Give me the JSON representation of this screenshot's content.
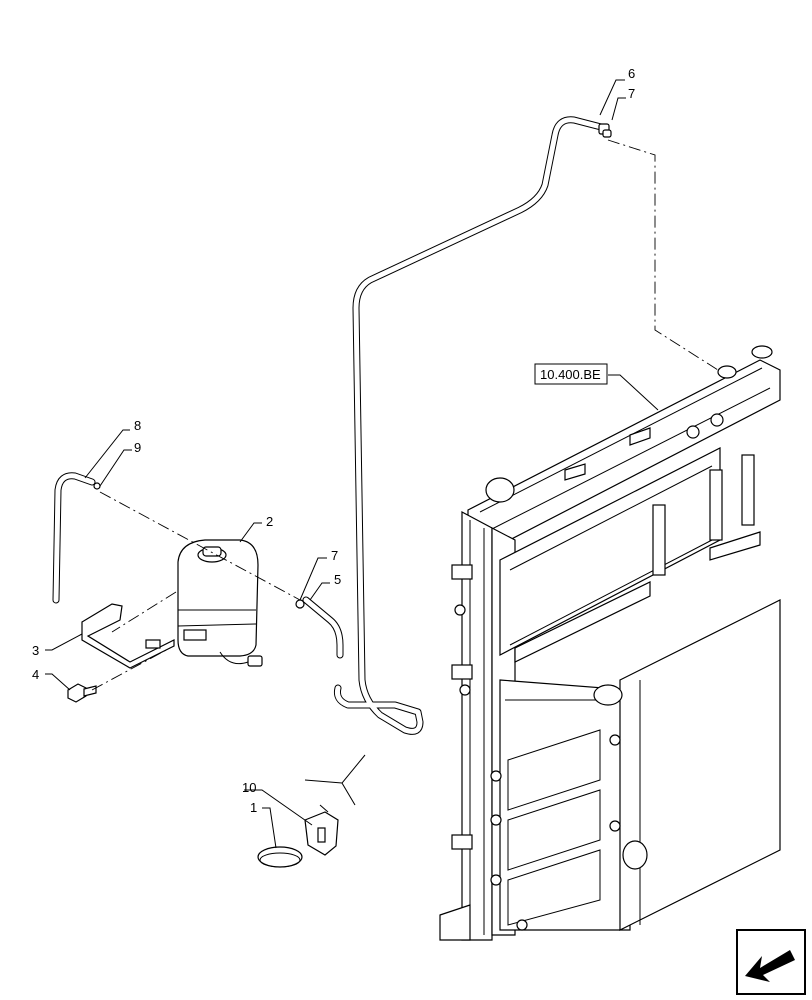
{
  "callouts": {
    "c1": "1",
    "c2": "2",
    "c3": "3",
    "c4": "4",
    "c5": "5",
    "c6": "6",
    "c7a": "7",
    "c7b": "7",
    "c8": "8",
    "c9": "9",
    "c10": "10"
  },
  "reference": {
    "label": "10.400.BE"
  },
  "icons": {
    "nav_arrow": "arrow-bottom-left-icon"
  }
}
